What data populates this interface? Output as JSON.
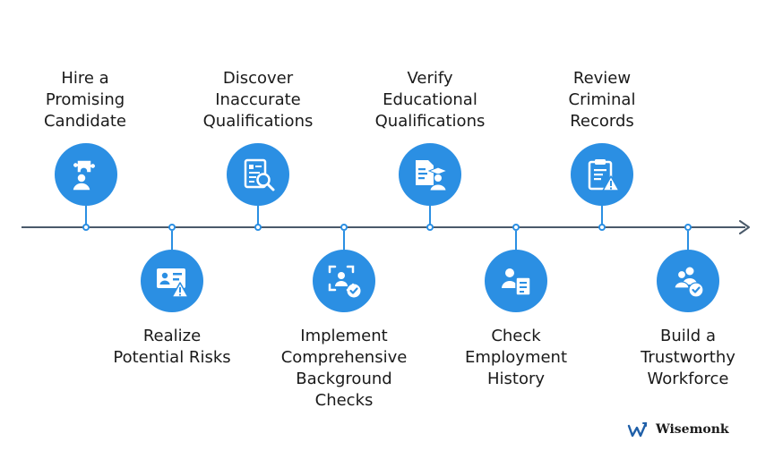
{
  "steps": [
    {
      "label": "Hire a\nPromising\nCandidate",
      "icon": "user-puzzle-icon",
      "position": "top"
    },
    {
      "label": "Realize\nPotential Risks",
      "icon": "id-card-warning-icon",
      "position": "bottom"
    },
    {
      "label": "Discover\nInaccurate\nQualifications",
      "icon": "document-search-icon",
      "position": "top"
    },
    {
      "label": "Implement\nComprehensive\nBackground\nChecks",
      "icon": "user-frame-check-icon",
      "position": "bottom"
    },
    {
      "label": "Verify\nEducational\nQualifications",
      "icon": "document-graduate-icon",
      "position": "top"
    },
    {
      "label": "Check\nEmployment\nHistory",
      "icon": "user-document-icon",
      "position": "bottom"
    },
    {
      "label": "Review\nCriminal\nRecords",
      "icon": "clipboard-warning-icon",
      "position": "top"
    },
    {
      "label": "Build a\nTrustworthy\nWorkforce",
      "icon": "users-check-icon",
      "position": "bottom"
    }
  ],
  "brand": {
    "name": "Wisemonk",
    "icon": "wisemonk-logo-icon"
  },
  "colors": {
    "accent": "#2b8fe3",
    "line": "#4a5a6a",
    "text": "#1a1a1a"
  }
}
